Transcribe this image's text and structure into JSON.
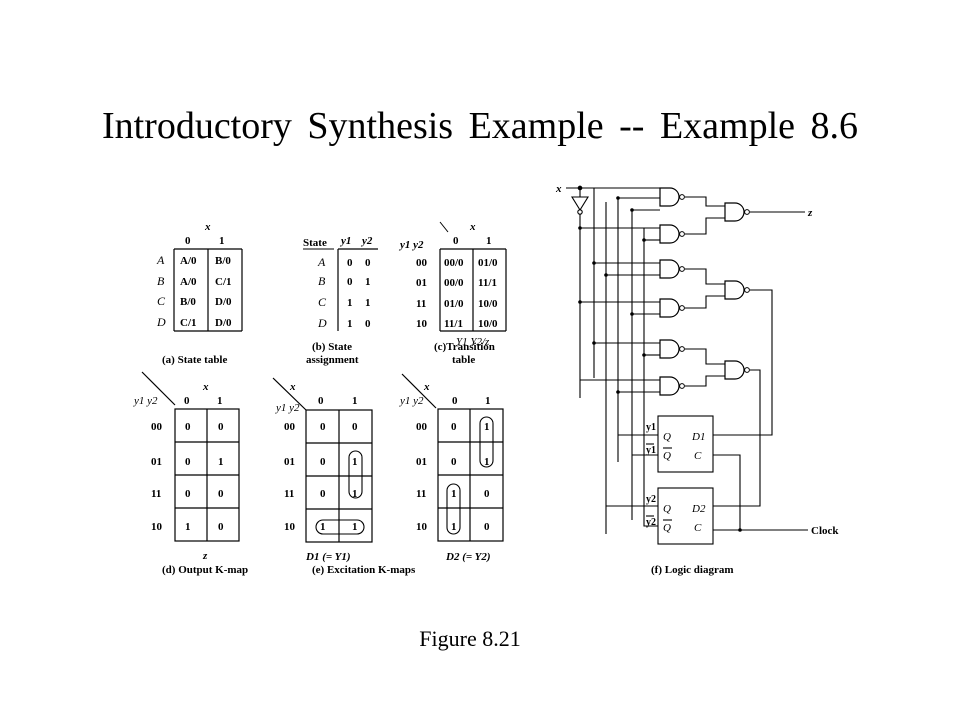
{
  "title": "Introductory Synthesis Example -- Example 8.6",
  "caption": "Figure 8.21",
  "state_table": {
    "var_label": "x",
    "col_headers": [
      "0",
      "1"
    ],
    "rows": [
      {
        "state": "A",
        "next": [
          "A/0",
          "B/0"
        ]
      },
      {
        "state": "B",
        "next": [
          "A/0",
          "C/1"
        ]
      },
      {
        "state": "C",
        "next": [
          "B/0",
          "D/0"
        ]
      },
      {
        "state": "D",
        "next": [
          "C/1",
          "D/0"
        ]
      }
    ],
    "caption": "(a) State table"
  },
  "state_assignment": {
    "state_label": "State",
    "col_headers": [
      "y1",
      "y2"
    ],
    "rows": [
      {
        "state": "A",
        "y": [
          "0",
          "0"
        ]
      },
      {
        "state": "B",
        "y": [
          "0",
          "1"
        ]
      },
      {
        "state": "C",
        "y": [
          "1",
          "1"
        ]
      },
      {
        "state": "D",
        "y": [
          "1",
          "0"
        ]
      }
    ],
    "caption_line1": "(b) State",
    "caption_line2": "assignment"
  },
  "transition_table": {
    "var_label": "x",
    "row_label": "y1 y2",
    "col_headers": [
      "0",
      "1"
    ],
    "rows": [
      {
        "code": "00",
        "next": [
          "00/0",
          "01/0"
        ]
      },
      {
        "code": "01",
        "next": [
          "00/0",
          "11/1"
        ]
      },
      {
        "code": "11",
        "next": [
          "01/0",
          "10/0"
        ]
      },
      {
        "code": "10",
        "next": [
          "11/1",
          "10/0"
        ]
      }
    ],
    "overlay_label": "Y1 Y2/z",
    "caption_line1": "(c)Transition",
    "caption_line2": "table"
  },
  "kmaps": [
    {
      "name": "output",
      "var_label": "x",
      "row_label": "y1 y2",
      "col_headers": [
        "0",
        "1"
      ],
      "row_codes": [
        "00",
        "01",
        "11",
        "10"
      ],
      "cells": [
        [
          "0",
          "0"
        ],
        [
          "0",
          "1"
        ],
        [
          "0",
          "0"
        ],
        [
          "1",
          "0"
        ]
      ],
      "func_label": "z"
    },
    {
      "name": "d1",
      "var_label": "x",
      "row_label": "y1 y2",
      "col_headers": [
        "0",
        "1"
      ],
      "row_codes": [
        "00",
        "01",
        "11",
        "10"
      ],
      "cells": [
        [
          "0",
          "0"
        ],
        [
          "0",
          "1"
        ],
        [
          "0",
          "1"
        ],
        [
          "1",
          "1"
        ]
      ],
      "func_label": "D1 (= Y1)"
    },
    {
      "name": "d2",
      "var_label": "x",
      "row_label": "y1 y2",
      "col_headers": [
        "0",
        "1"
      ],
      "row_codes": [
        "00",
        "01",
        "11",
        "10"
      ],
      "cells": [
        [
          "0",
          "1"
        ],
        [
          "0",
          "1"
        ],
        [
          "1",
          "0"
        ],
        [
          "1",
          "0"
        ]
      ],
      "func_label": "D2 (= Y2)"
    }
  ],
  "caption_d": "(d) Output K-map",
  "caption_e": "(e) Excitation K-maps",
  "logic": {
    "input_label": "x",
    "output_label": "z",
    "clock_label": "Clock",
    "ff1": {
      "d": "D1",
      "q": "Q",
      "qbar": "Q",
      "c": "C",
      "y": "y1",
      "ybar": "y1"
    },
    "ff2": {
      "d": "D2",
      "q": "Q",
      "qbar": "Q",
      "c": "C",
      "y": "y2",
      "ybar": "y2"
    },
    "caption": "(f) Logic diagram"
  }
}
